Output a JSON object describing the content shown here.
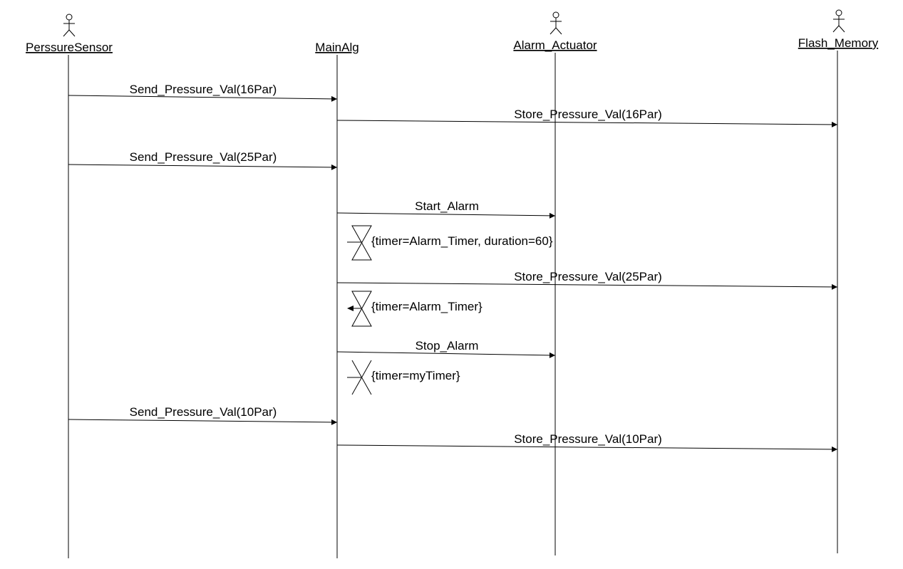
{
  "participants": [
    {
      "id": "p0",
      "name": "PerssureSensor",
      "actor_icon": true
    },
    {
      "id": "p1",
      "name": "MainAlg",
      "actor_icon": false
    },
    {
      "id": "p2",
      "name": "Alarm_Actuator",
      "actor_icon": true
    },
    {
      "id": "p3",
      "name": "Flash_Memory",
      "actor_icon": true
    }
  ],
  "messages": [
    {
      "label": "Send_Pressure_Val(16Par)",
      "from": 0,
      "to": 1
    },
    {
      "label": "Store_Pressure_Val(16Par)",
      "from": 1,
      "to": 3
    },
    {
      "label": "Send_Pressure_Val(25Par)",
      "from": 0,
      "to": 1
    },
    {
      "label": "Start_Alarm",
      "from": 1,
      "to": 2
    },
    {
      "label": "Store_Pressure_Val(25Par)",
      "from": 1,
      "to": 3
    },
    {
      "label": "Stop_Alarm",
      "from": 1,
      "to": 2
    },
    {
      "label": "Send_Pressure_Val(10Par)",
      "from": 0,
      "to": 1
    },
    {
      "label": "Store_Pressure_Val(10Par)",
      "from": 1,
      "to": 3
    }
  ],
  "timers": [
    {
      "label": "{timer=Alarm_Timer, duration=60}",
      "kind": "start-timer"
    },
    {
      "label": "{timer=Alarm_Timer}",
      "kind": "timeout"
    },
    {
      "label": "{timer=myTimer}",
      "kind": "stop-timer"
    }
  ]
}
